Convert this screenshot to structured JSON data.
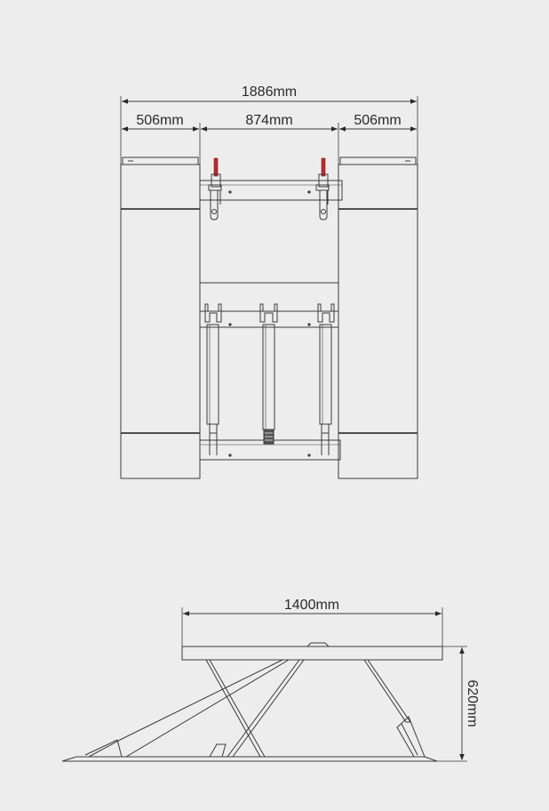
{
  "top_view": {
    "overall_width": "1886mm",
    "left_platform_width": "506mm",
    "center_gap_width": "874mm",
    "right_platform_width": "506mm"
  },
  "side_view": {
    "platform_length": "1400mm",
    "height": "620mm"
  },
  "colors": {
    "background": "#ededed",
    "line": "#3a3a3a",
    "accent_red": "#c0282d"
  }
}
